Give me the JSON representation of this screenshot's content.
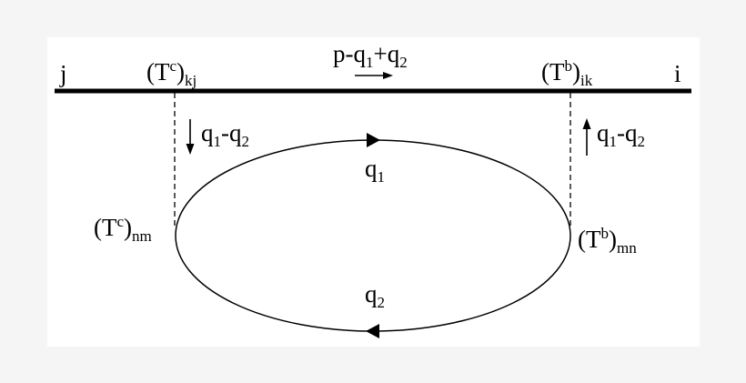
{
  "diagram": {
    "type": "feynman-loop-diagram",
    "background": "#f5f5f5",
    "panel_color": "#ffffff",
    "line_color": "#000000",
    "external_line": {
      "left_end_label": "j",
      "right_end_label": "i",
      "momentum": {
        "base": "p-q",
        "sub1": "1",
        "mid": "+q",
        "sub2": "2",
        "direction": "right"
      }
    },
    "vertices": {
      "top_left": {
        "base": "(T",
        "sup": "c",
        "close": ")",
        "sub": "kj"
      },
      "top_right": {
        "base": "(T",
        "sup": "b",
        "close": ")",
        "sub": "ik"
      },
      "loop_left": {
        "base": "(T",
        "sup": "c",
        "close": ")",
        "sub": "nm"
      },
      "loop_right": {
        "base": "(T",
        "sup": "b",
        "close": ")",
        "sub": "mn"
      }
    },
    "exchange_lines": {
      "left": {
        "arrow": "down",
        "a": "q",
        "a_sub": "1",
        "sep": "-q",
        "b_sub": "2"
      },
      "right": {
        "arrow": "up",
        "a": "q",
        "a_sub": "1",
        "sep": "-q",
        "b_sub": "2"
      }
    },
    "loop": {
      "top": {
        "label": "q",
        "sub": "1",
        "arrow_direction": "right"
      },
      "bottom": {
        "label": "q",
        "sub": "2",
        "arrow_direction": "left"
      }
    }
  }
}
